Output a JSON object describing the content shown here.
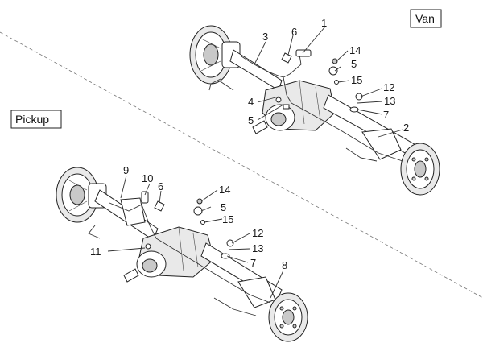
{
  "van_label": "Van",
  "pickup_label": "Pickup",
  "van_callouts": [
    "1",
    "2",
    "3",
    "4",
    "5",
    "5",
    "6",
    "7",
    "12",
    "13",
    "14",
    "15"
  ],
  "pickup_callouts": [
    "5",
    "6",
    "7",
    "8",
    "9",
    "10",
    "11",
    "12",
    "13",
    "14",
    "15"
  ]
}
